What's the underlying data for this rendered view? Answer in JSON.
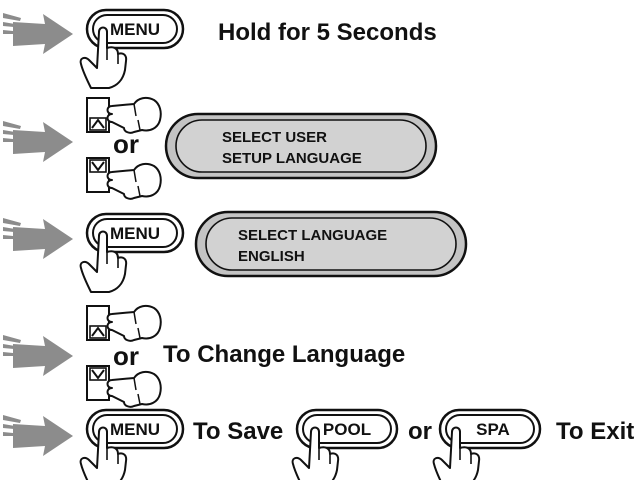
{
  "colors": {
    "arrow": "#8c8c8c",
    "lcd_fill": "#c4c4c4",
    "lcd_inner": "#d2d2d2",
    "ink": "#111111"
  },
  "steps": [
    {
      "button": "MENU",
      "text": "Hold for 5 Seconds"
    },
    {
      "connector": "or",
      "display": [
        "SELECT USER",
        "SETUP LANGUAGE"
      ]
    },
    {
      "button": "MENU",
      "display": [
        "SELECT LANGUAGE",
        "ENGLISH"
      ]
    },
    {
      "connector": "or",
      "text": "To Change Language"
    },
    {
      "button": "MENU",
      "text_save": "To Save",
      "button_pool": "POOL",
      "connector": "or",
      "button_spa": "SPA",
      "text_exit": "To Exit"
    }
  ]
}
